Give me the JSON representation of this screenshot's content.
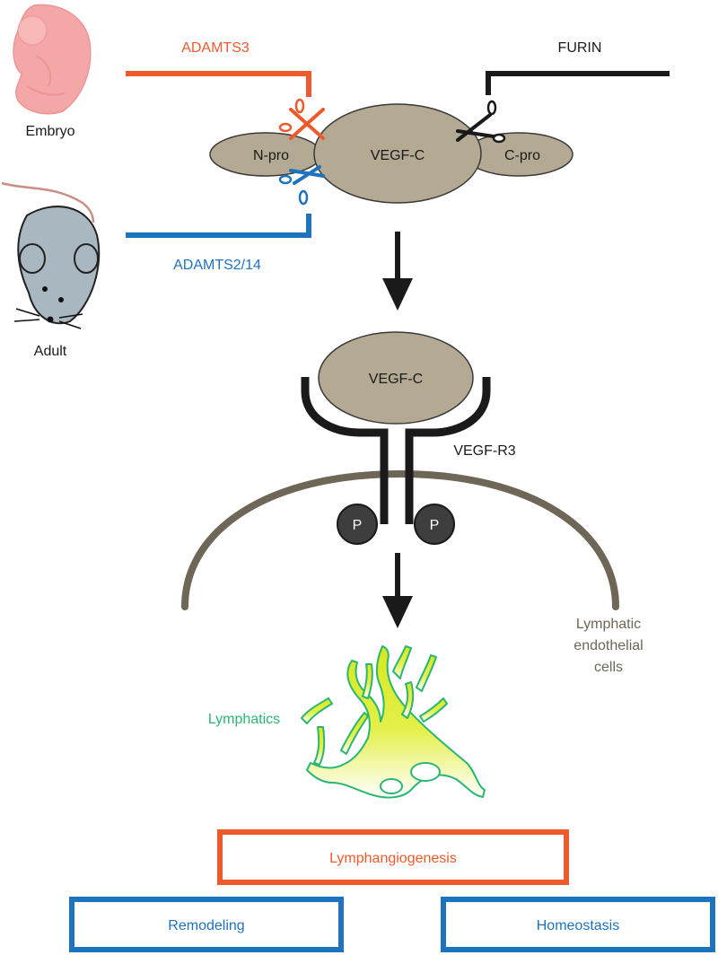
{
  "colors": {
    "orange": "#EE5A2C",
    "blue": "#1E73BE",
    "black": "#1A1A1A",
    "protein_fill": "#B4A993",
    "protein_stroke": "#3A3A3A",
    "membrane": "#6E6657",
    "phospho": "#3E3E3E",
    "green": "#2BB673",
    "embryo": "#F4A7A7",
    "mouse": "#A9B7C0"
  },
  "organisms": {
    "embryo_label": "Embryo",
    "adult_label": "Adult"
  },
  "enzymes": {
    "adamts3": "ADAMTS3",
    "furin": "FURIN",
    "adamts2_14": "ADAMTS2/14"
  },
  "precursor": {
    "n_pro": "N-pro",
    "core": "VEGF-C",
    "c_pro": "C-pro"
  },
  "receptor_complex": {
    "ligand": "VEGF-C",
    "receptor": "VEGF-R3",
    "phospho_left": "P",
    "phospho_right": "P",
    "cell_label_line1": "Lymphatic",
    "cell_label_line2": "endothelial",
    "cell_label_line3": "cells"
  },
  "lymphatics_label": "Lymphatics",
  "outcomes": {
    "lymphangiogenesis": "Lymphangiogenesis",
    "remodeling": "Remodeling",
    "homeostasis": "Homeostasis"
  }
}
